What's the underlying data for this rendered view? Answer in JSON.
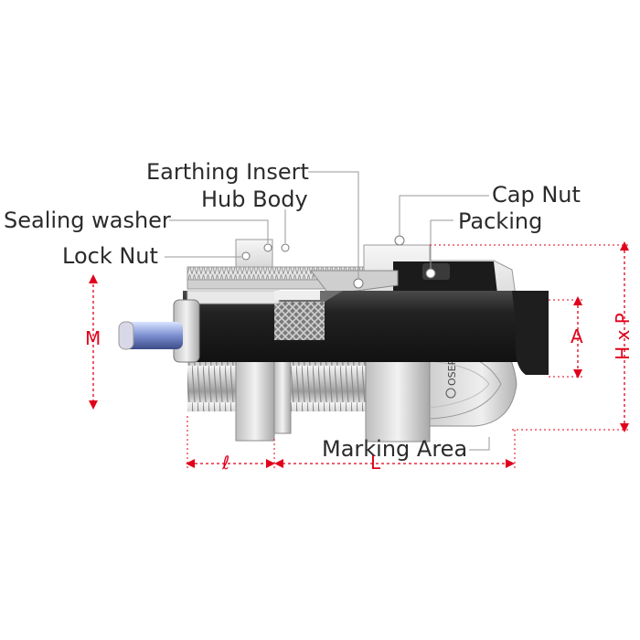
{
  "callouts": {
    "earthing_insert": "Earthing Insert",
    "hub_body": "Hub Body",
    "sealing_washer": "Sealing washer",
    "lock_nut": "Lock Nut",
    "cap_nut": "Cap Nut",
    "packing": "Packing",
    "marking_area": "Marking Area"
  },
  "dimensions": {
    "m": "M",
    "a": "A",
    "hxp": "H x P",
    "small_l": "ℓ",
    "big_l": "L"
  },
  "marking_text": "OSER-CS",
  "colors": {
    "dimension": "#e0001b",
    "leader": "#9a9a9a",
    "text": "#2b2b2b"
  }
}
